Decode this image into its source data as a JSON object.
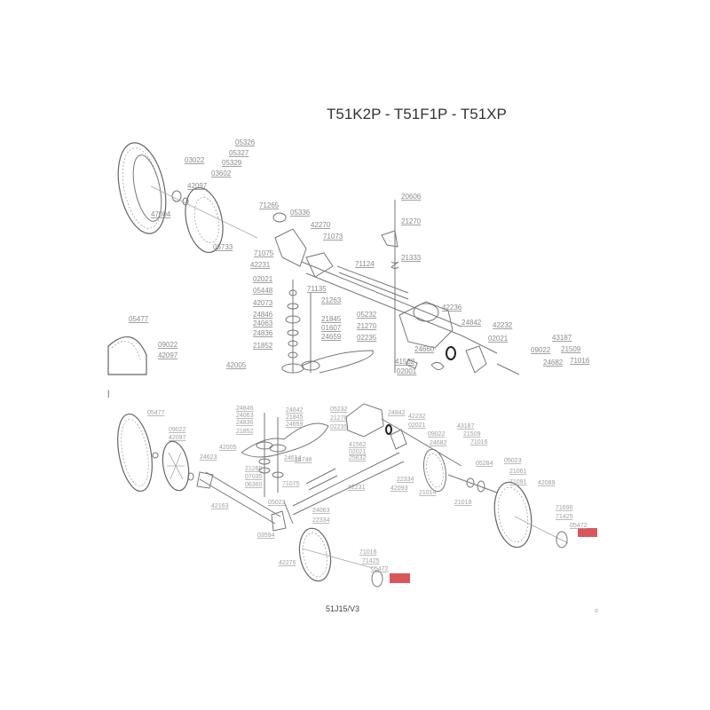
{
  "title": "T51K2P - T51F1P - T51XP",
  "drawing_code": "51J15/V3",
  "corner_mark": "o",
  "cursor": "|",
  "highlight_color": "#d9575b",
  "top_labels": [
    "05326",
    "05327",
    "05329",
    "03022",
    "03602",
    "42097",
    "47004",
    "71265",
    "05336",
    "42270",
    "71073",
    "05733",
    "71075",
    "42231",
    "71124",
    "20606",
    "21270",
    "21333",
    "02021",
    "05448",
    "71135",
    "42073",
    "21263",
    "24846",
    "24063",
    "24836",
    "21845",
    "01607",
    "24659",
    "21852",
    "42005",
    "05477",
    "09022",
    "42097",
    "05232",
    "21270",
    "02235",
    "24660",
    "41562",
    "02001",
    "42236",
    "24842",
    "42232",
    "02021",
    "09022",
    "43187",
    "21509",
    "24682",
    "71016"
  ],
  "bottom_labels": [
    "05477",
    "09022",
    "42097",
    "24623",
    "42005",
    "24846",
    "24063",
    "24836",
    "21852",
    "24842",
    "21845",
    "24659",
    "24614",
    "21269",
    "07035",
    "06360",
    "71075",
    "42163",
    "05023",
    "24063",
    "22334",
    "03594",
    "42276",
    "24748",
    "42231",
    "05232",
    "21270",
    "02235",
    "41562",
    "02021",
    "25632",
    "24842",
    "42232",
    "02021",
    "09022",
    "24682",
    "43187",
    "21509",
    "71016",
    "05284",
    "05023",
    "21061",
    "71091",
    "42089",
    "21014",
    "21018",
    "22334",
    "42093",
    "71696",
    "71425",
    "05472",
    "71016",
    "71425",
    "05472"
  ]
}
